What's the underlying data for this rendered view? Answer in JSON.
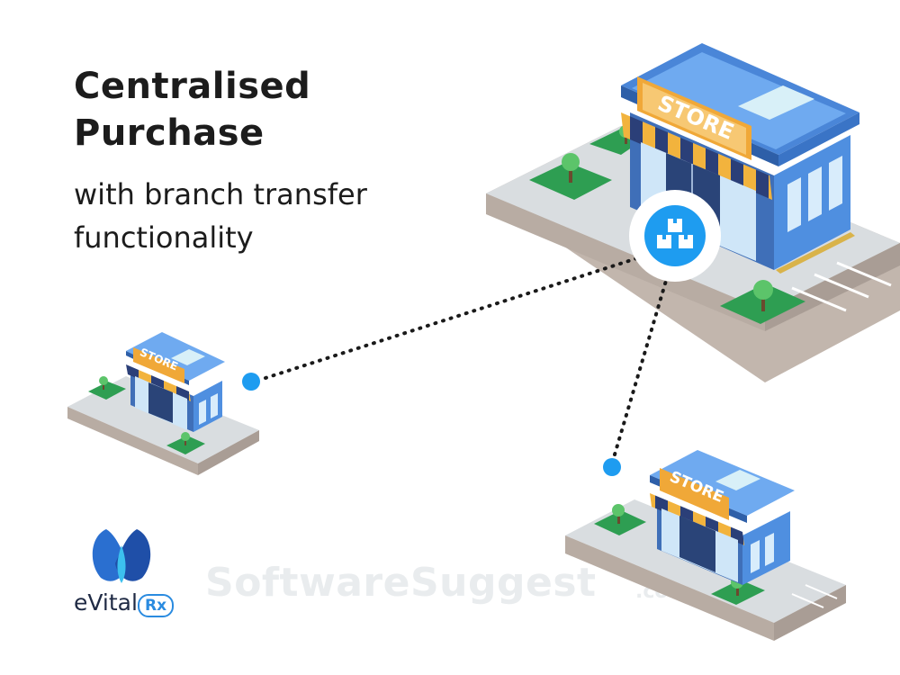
{
  "heading": {
    "line1": "Centralised",
    "line2": "Purchase",
    "sub1": "with branch transfer",
    "sub2": "functionality"
  },
  "stores": {
    "main_sign": "STORE",
    "branch_left_sign": "STORE",
    "branch_right_sign": "STORE"
  },
  "hub": {
    "icon": "boxes-icon"
  },
  "brand": {
    "name": "eVital",
    "badge": "Rx",
    "logo_icon": "evital-logo-icon"
  },
  "watermark": {
    "text": "SoftwareSuggest",
    "suffix": ".com"
  },
  "colors": {
    "accent_blue": "#1e9cf0",
    "building_blue": "#4f8fe0",
    "awning_orange": "#f0a838",
    "grass_green": "#2e9e52"
  }
}
